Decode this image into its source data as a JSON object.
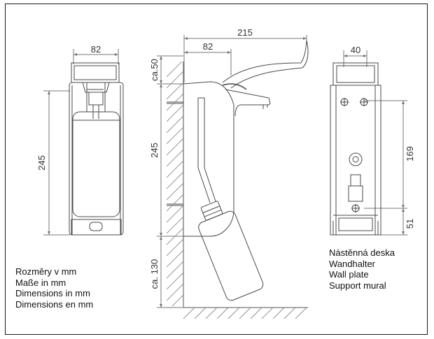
{
  "dimensions": {
    "front_width": "82",
    "front_height": "245",
    "side_total_depth": "215",
    "side_body_depth": "82",
    "side_top_clearance": "ca.50",
    "side_height": "245",
    "side_bottom_clearance": "ca. 130",
    "plate_width": "40",
    "plate_hole_spacing": "169",
    "plate_bottom_offset": "51"
  },
  "captions": {
    "units": [
      "Rozměry v mm",
      "Maße in mm",
      "Dimensions in mm",
      "Dimensions en mm"
    ],
    "wall_plate": [
      "Nástěnná deska",
      "Wandhalter",
      "Wall plate",
      "Support mural"
    ]
  },
  "colors": {
    "line": "#4a4a4a",
    "frame": "#1a1a1a",
    "hatch": "#8a8a8a"
  }
}
